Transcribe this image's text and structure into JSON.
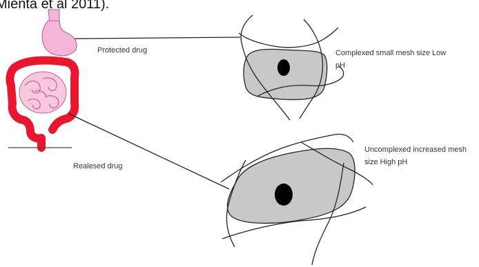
{
  "caption_fragment": "Mienta et al 2011).",
  "labels": {
    "protected_drug": "Protected drug",
    "released_drug": "Realesed drug",
    "complexed_line1": "Complexed small mesh size Low",
    "complexed_line2": "pH",
    "uncomplexed_line1": "Uncomplexed increased mesh",
    "uncomplexed_line2": "size High pH"
  },
  "colors": {
    "stomach": "#f4b6d8",
    "intestine_large": "#e8162e",
    "intestine_small": "#f7c8de",
    "mesh_fill": "#c8c8c8",
    "drug_core": "#000000",
    "stroke": "#222222"
  }
}
